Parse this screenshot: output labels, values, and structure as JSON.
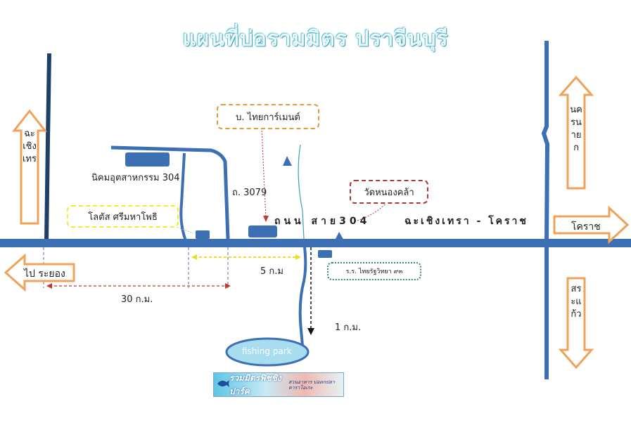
{
  "title": "แผนที่บ่อรามมิตร ปราจีนบุรี",
  "roads": {
    "main_road_label": "ถนน สาย304",
    "main_road_direction": "ฉะเชิงเทรา - โคราช",
    "secondary_road_label": "ถ. 3079"
  },
  "places": {
    "industrial_estate": "นิคมอุตสาหกรรม 304",
    "lotus": "โลตัส ศรีมหาโพธิ",
    "thai_garment": "บ. ไทยการ์เมนต์",
    "wat": "วัดหนองคล้า",
    "school": "ร.ร. ไทยรัฐวิทยา ๙๓",
    "fishing_park": "fishing park"
  },
  "distances": {
    "d30": "30 ก.ม.",
    "d5": "5 ก.ม",
    "d1": "1 ก.ม."
  },
  "directions": {
    "left_to": "ไป ระยอง",
    "up_left": "ฉะเชิงเทร",
    "up_right": "นครนายก",
    "right_to": "โคราช",
    "down_right": "สระแก้ว"
  },
  "banner": {
    "main": "รวมมิตรฟิชชิ่งปาร์ค",
    "side": "สวนอาหาร บ่อตกปลา คาราโอเกะ"
  },
  "colors": {
    "road": "#3d6fb5",
    "dark_road": "#1f3f66",
    "arrow": "#f0a15a",
    "lotus_border": "#f2ea2a",
    "garment_border": "#e29a3a",
    "wat_border": "#a83a3a",
    "school_border": "#3a8a7a",
    "lake": "#a8dcef"
  }
}
